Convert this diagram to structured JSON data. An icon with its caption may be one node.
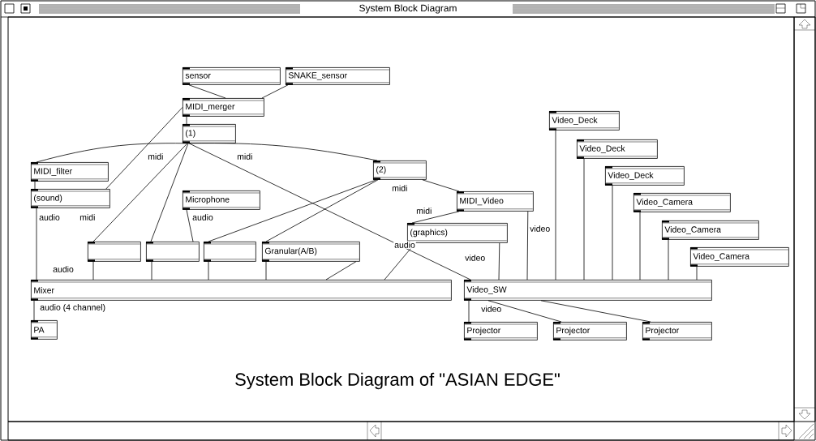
{
  "diagram": {
    "title": "System Block Diagram of \"ASIAN EDGE\"",
    "nodes": [
      {
        "text": [
          "sensor"
        ]
      },
      {
        "text": [
          "SNAKE_sensor"
        ]
      },
      {
        "text": [
          "MIDI_merger"
        ]
      },
      {
        "text": [
          "(1)"
        ]
      },
      {
        "text": [
          "MIDI_filter"
        ]
      },
      {
        "text": [
          "(sound)"
        ]
      },
      {
        "text": [
          "Microphone"
        ]
      },
      {
        "text": [
          "(2)"
        ]
      },
      {
        "text": [
          "MIDI_Video"
        ]
      },
      {
        "text": [
          "(graphics)"
        ]
      },
      {
        "text": [],
        "shape": "box"
      },
      {
        "text": [],
        "shape": "box"
      },
      {
        "text": [],
        "shape": "box"
      },
      {
        "text": [
          "Granular(A/B)"
        ]
      },
      {
        "text": [
          "Mixer"
        ]
      },
      {
        "text": [
          "PA"
        ]
      },
      {
        "text": [
          "Video_Deck"
        ]
      },
      {
        "text": [
          "Video_Deck"
        ]
      },
      {
        "text": [
          "Video_Deck"
        ]
      },
      {
        "text": [
          "Video_Camera"
        ]
      },
      {
        "text": [
          "Video_Camera"
        ]
      },
      {
        "text": [
          "Video_Camera"
        ]
      },
      {
        "text": [
          "Video_SW"
        ]
      },
      {
        "text": [
          "Projector"
        ]
      },
      {
        "text": [
          "Projector"
        ]
      },
      {
        "text": [
          "Projector"
        ]
      }
    ],
    "edges": [
      {
        "from": 0,
        "to": 2,
        "arrow": "none"
      },
      {
        "from": 1,
        "to": 2,
        "arrow": "none"
      },
      {
        "from": 2,
        "to": 3,
        "arrow": "none"
      },
      {
        "from": 5,
        "to": 2,
        "arrow": "none"
      },
      {
        "from": 3,
        "to": 4,
        "arrow": "none"
      },
      {
        "from": 3,
        "to": 7,
        "arrow": "none"
      },
      {
        "from": 3,
        "to": 10,
        "arrow": "none"
      },
      {
        "from": 3,
        "to": 11,
        "arrow": "none"
      },
      {
        "from": 3,
        "to": 22,
        "arrow": "none"
      },
      {
        "from": 4,
        "to": 5,
        "arrow": "none"
      },
      {
        "from": 5,
        "to": 14,
        "arrow": "none"
      },
      {
        "from": 6,
        "to": 11,
        "arrow": "none"
      },
      {
        "from": 7,
        "to": 12,
        "arrow": "none"
      },
      {
        "from": 7,
        "to": 13,
        "arrow": "none"
      },
      {
        "from": 7,
        "to": 8,
        "arrow": "none"
      },
      {
        "from": 8,
        "to": 9,
        "arrow": "none"
      },
      {
        "from": 8,
        "to": 22,
        "arrow": "none"
      },
      {
        "from": 9,
        "to": 14,
        "arrow": "none"
      },
      {
        "from": 9,
        "to": 22,
        "arrow": "none"
      },
      {
        "from": 10,
        "to": 14,
        "arrow": "none"
      },
      {
        "from": 11,
        "to": 14,
        "arrow": "none"
      },
      {
        "from": 12,
        "to": 14,
        "arrow": "none"
      },
      {
        "from": 13,
        "to": 14,
        "arrow": "none"
      },
      {
        "from": 13,
        "to": 14,
        "arrow": "none"
      },
      {
        "from": 14,
        "to": 15,
        "arrow": "none"
      },
      {
        "from": 16,
        "to": 22,
        "arrow": "none"
      },
      {
        "from": 17,
        "to": 22,
        "arrow": "none"
      },
      {
        "from": 18,
        "to": 22,
        "arrow": "none"
      },
      {
        "from": 19,
        "to": 22,
        "arrow": "none"
      },
      {
        "from": 20,
        "to": 22,
        "arrow": "none"
      },
      {
        "from": 21,
        "to": 22,
        "arrow": "none"
      },
      {
        "from": 22,
        "to": 23,
        "arrow": "none"
      },
      {
        "from": 22,
        "to": 24,
        "arrow": "none"
      },
      {
        "from": 22,
        "to": 25,
        "arrow": "none"
      }
    ],
    "labels": [
      "System Block Diagram",
      "midi",
      "midi",
      "audio",
      "midi",
      "audio",
      "midi",
      "midi",
      "video",
      "audio",
      "video",
      "audio",
      "audio (4 channel)",
      "video"
    ]
  }
}
